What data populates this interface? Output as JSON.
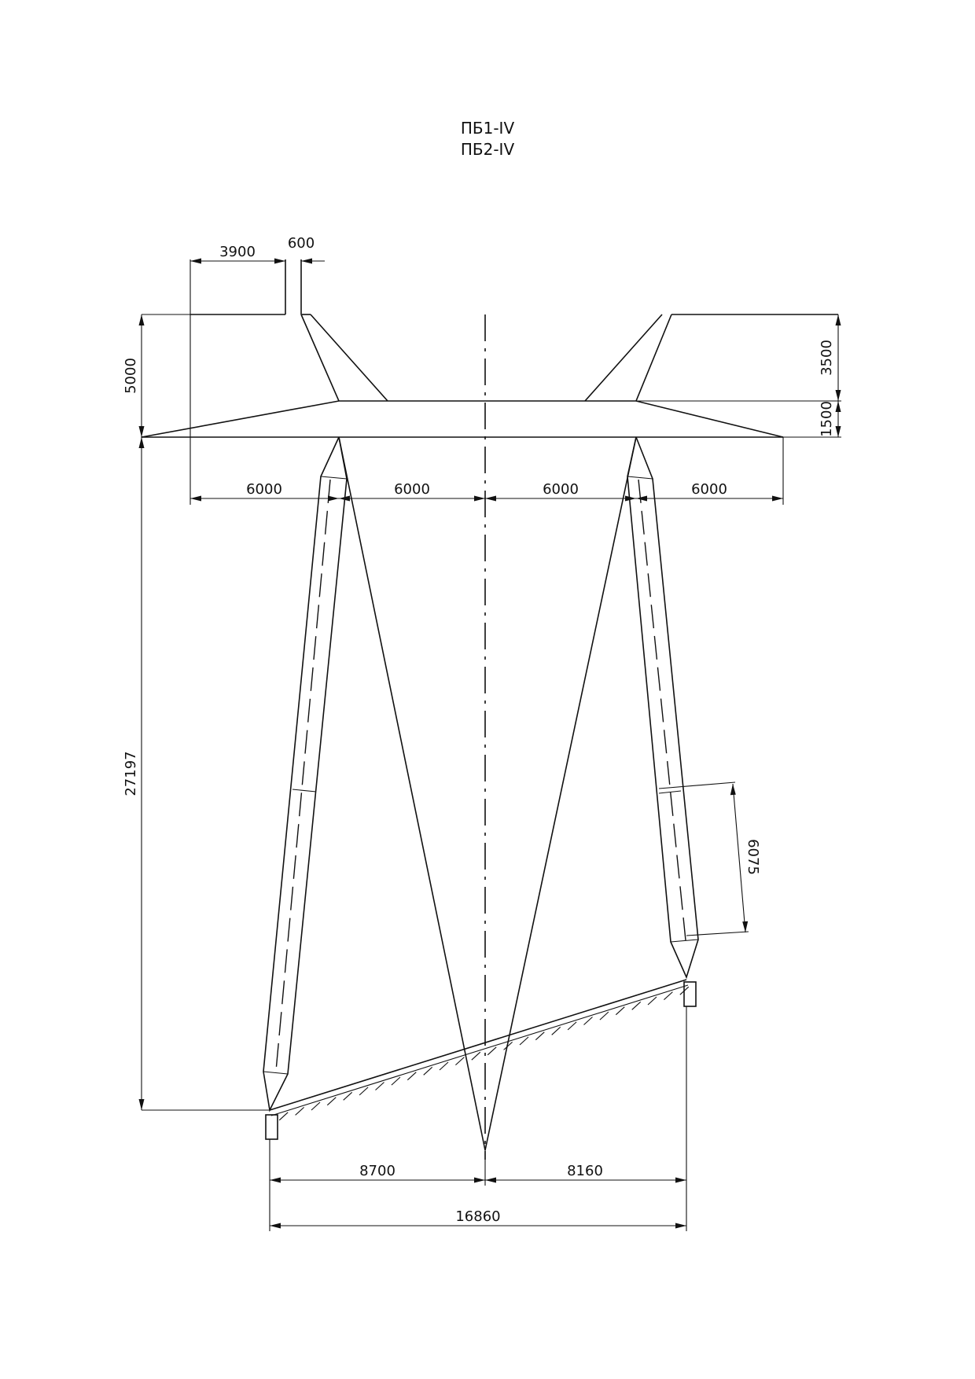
{
  "title": {
    "line1": "ПБ1-IV",
    "line2": "ПБ2-IV"
  },
  "dimensions": {
    "offset_3900": "3900",
    "width_600": "600",
    "height_5000": "5000",
    "height_3500": "3500",
    "height_1500": "1500",
    "span_1": "6000",
    "span_2": "6000",
    "span_3": "6000",
    "span_4": "6000",
    "height_27197": "27197",
    "length_6075": "6075",
    "base_left_8700": "8700",
    "base_right_8160": "8160",
    "base_total_16860": "16860"
  }
}
